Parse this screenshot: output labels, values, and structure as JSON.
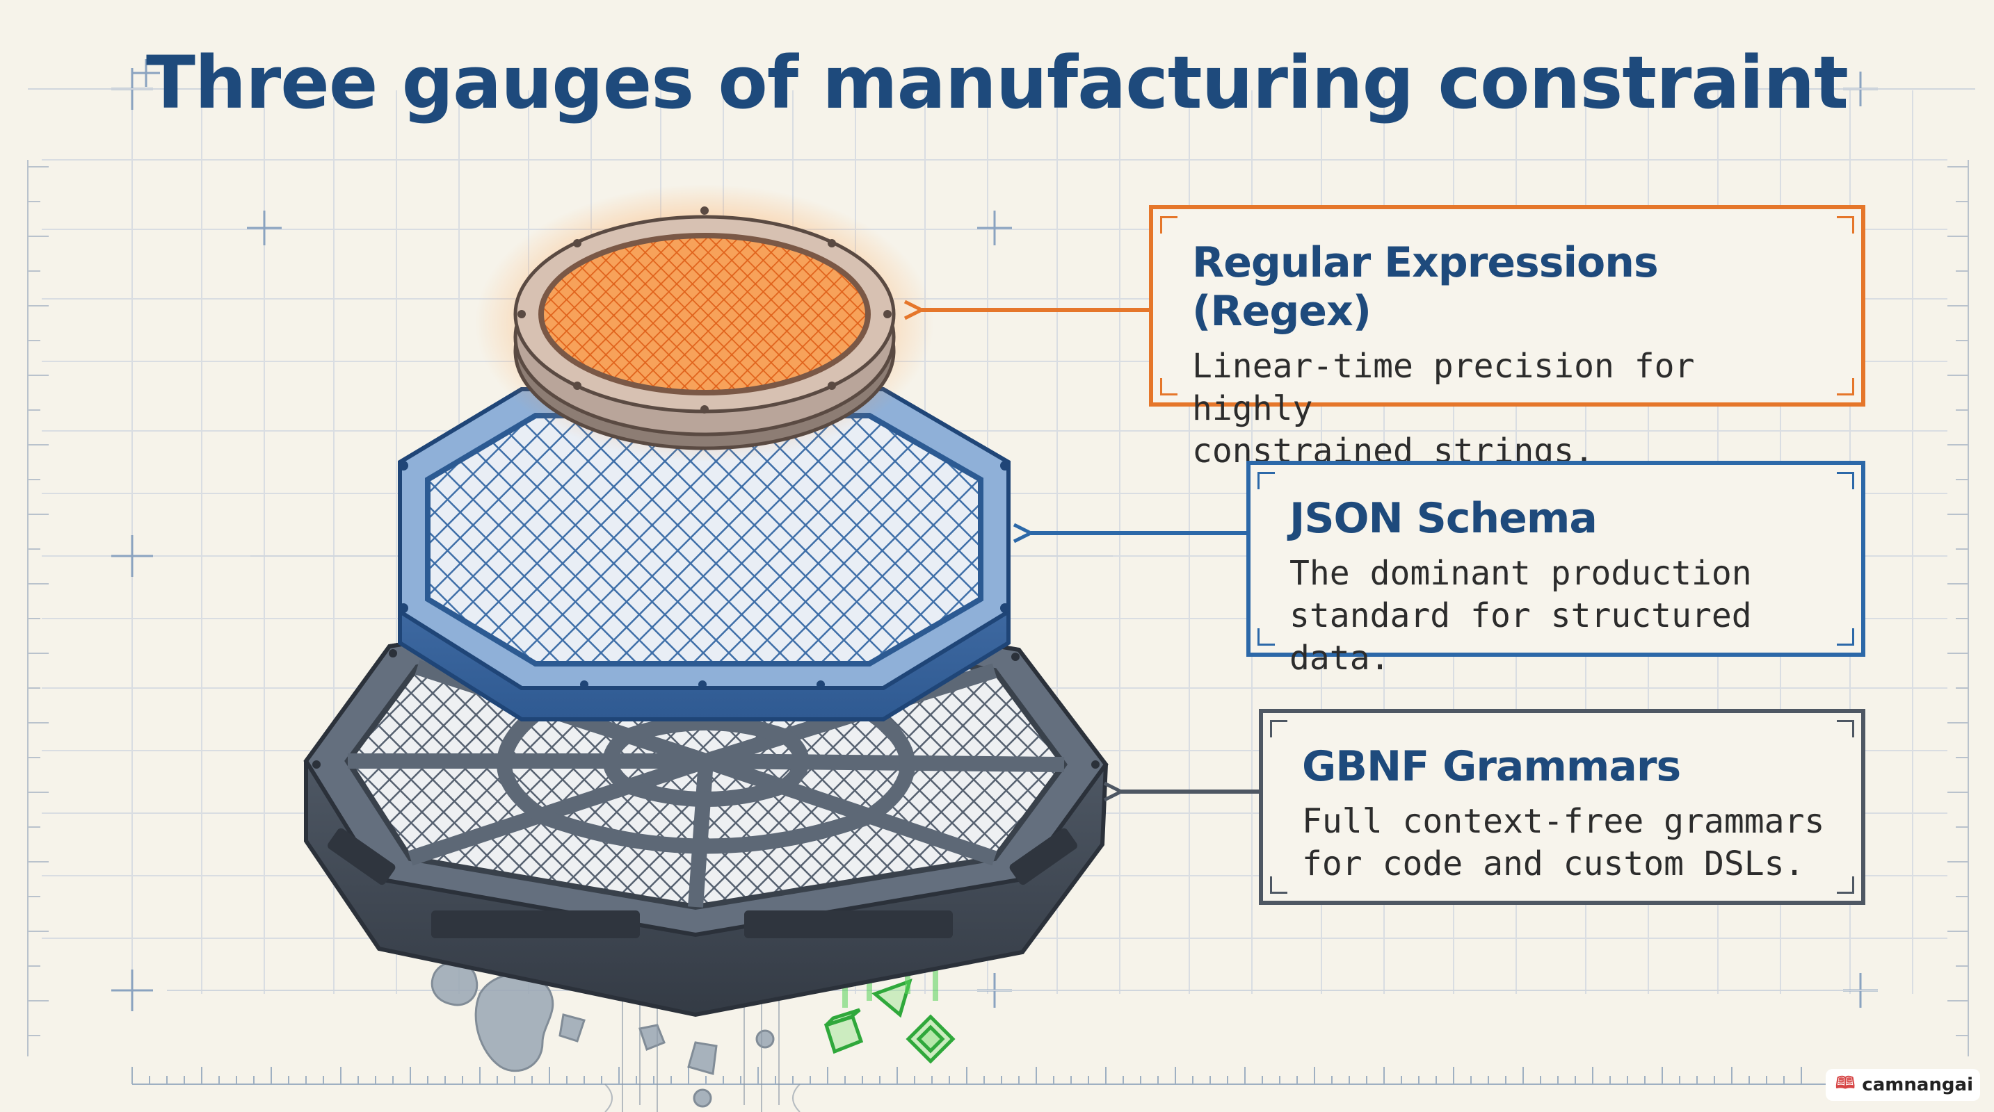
{
  "title": "Three gauges of manufacturing constraint",
  "callouts": {
    "regex": {
      "title": "Regular Expressions (Regex)",
      "line1": "Linear-time precision for highly",
      "line2": "constrained strings.",
      "color": "#e5762a"
    },
    "json": {
      "title": "JSON Schema",
      "line1": "The dominant production",
      "line2": "standard for structured data.",
      "color": "#2c68a8"
    },
    "gbnf": {
      "title": "GBNF Grammars",
      "line1": "Full context-free grammars",
      "line2": "for code and custom DSLs.",
      "color": "#4e5763"
    }
  },
  "watermark": {
    "text": "camnangai",
    "icon": "book-icon"
  },
  "colors": {
    "background": "#f6f3ea",
    "title": "#1e4a7c",
    "regex_orange": "#e5762a",
    "json_blue": "#2c68a8",
    "gbnf_steel": "#4e5763",
    "valid_green": "#3cc94a"
  }
}
